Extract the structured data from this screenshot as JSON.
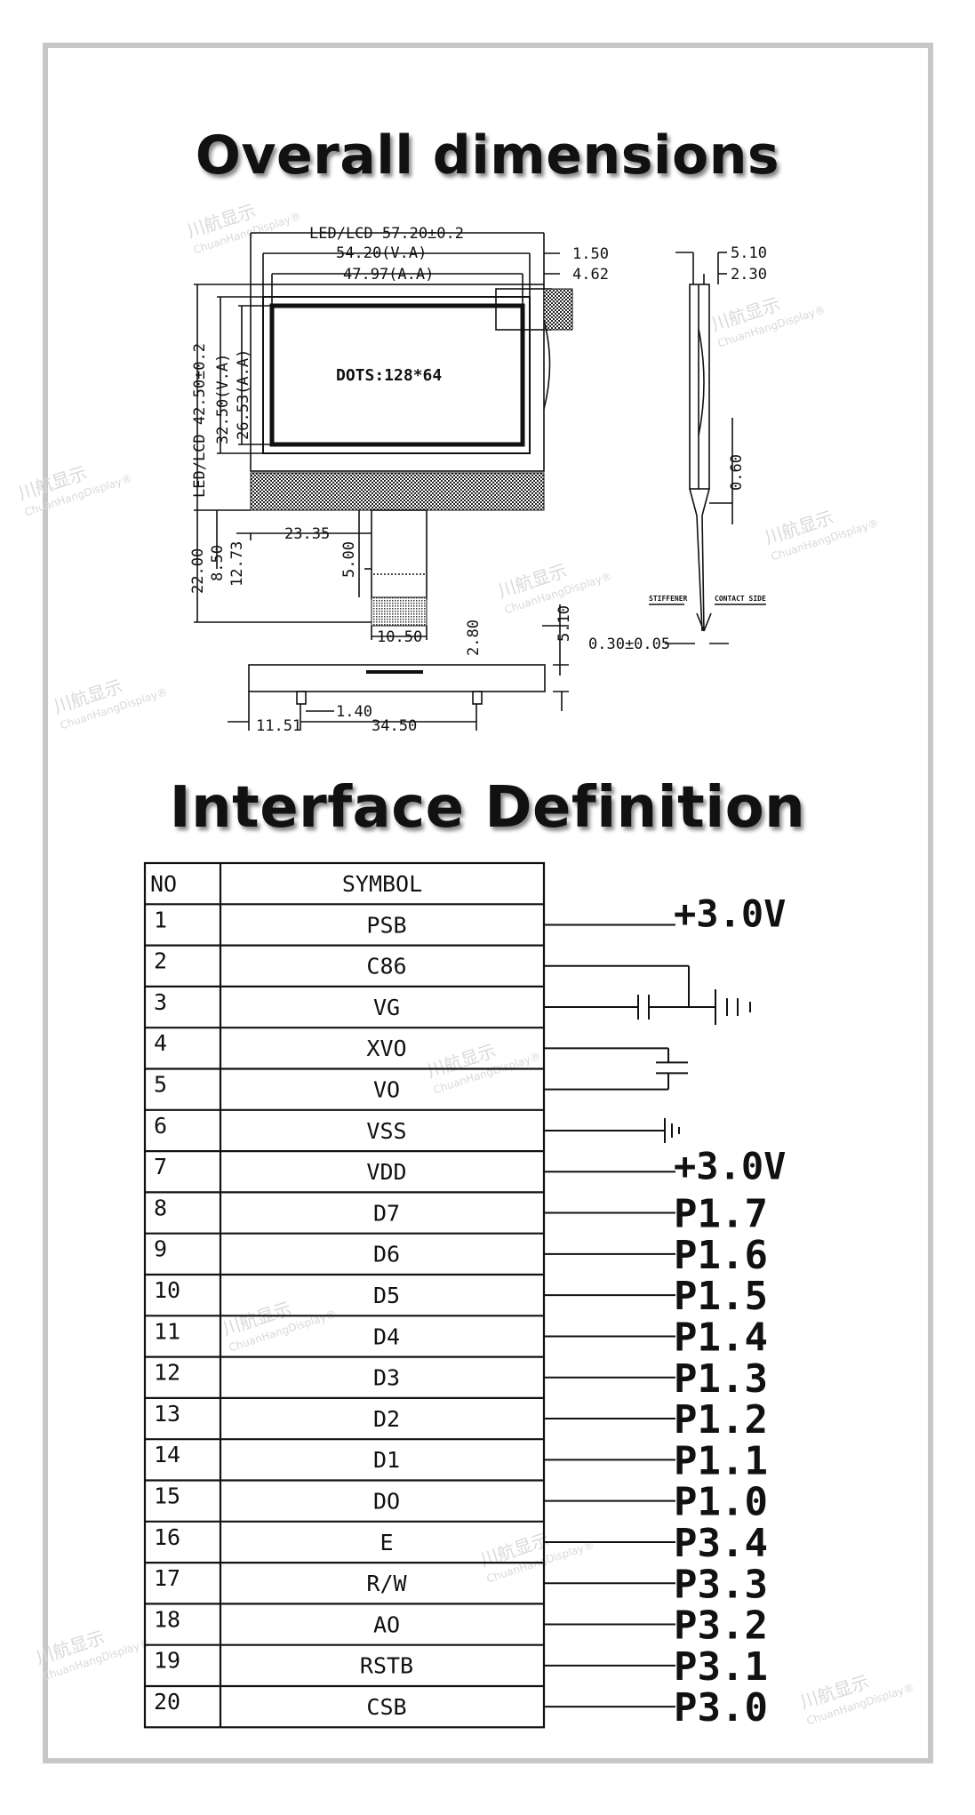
{
  "headings": {
    "dimensions": "Overall dimensions",
    "interface": "Interface Definition"
  },
  "drawing": {
    "outline": "LED/LCD 57.20±0.2",
    "va_width": "54.20(V.A)",
    "aa_width": "47.97(A.A)",
    "dim_150": "1.50",
    "dim_462": "4.62",
    "height_outline": "LED/LCD 42.50±0.2",
    "va_height": "32.50(V.A)",
    "aa_height": "26.53(A.A)",
    "dots": "DOTS:128*64",
    "dim_2335": "23.35",
    "dim_2200": "22.00",
    "dim_850": "8.50",
    "dim_1273": "12.73",
    "dim_500": "5.00",
    "dim_1050": "10.50",
    "dim_280": "2.80",
    "dim_510_right": "5.10",
    "dim_1151": "11.51",
    "dim_140": "1.40",
    "dim_3450": "34.50",
    "side_510": "5.10",
    "side_230": "2.30",
    "side_060": "0.60",
    "stiffener": "STIFFENER",
    "contact_side": "CONTACT SIDE",
    "side_030": "0.30±0.05"
  },
  "table": {
    "header_no": "NO",
    "header_symbol": "SYMBOL",
    "rows": [
      {
        "no": "1",
        "symbol": "PSB"
      },
      {
        "no": "2",
        "symbol": "C86"
      },
      {
        "no": "3",
        "symbol": "VG"
      },
      {
        "no": "4",
        "symbol": "XVO"
      },
      {
        "no": "5",
        "symbol": "VO"
      },
      {
        "no": "6",
        "symbol": "VSS"
      },
      {
        "no": "7",
        "symbol": "VDD"
      },
      {
        "no": "8",
        "symbol": "D7"
      },
      {
        "no": "9",
        "symbol": "D6"
      },
      {
        "no": "10",
        "symbol": "D5"
      },
      {
        "no": "11",
        "symbol": "D4"
      },
      {
        "no": "12",
        "symbol": "D3"
      },
      {
        "no": "13",
        "symbol": "D2"
      },
      {
        "no": "14",
        "symbol": "D1"
      },
      {
        "no": "15",
        "symbol": "DO"
      },
      {
        "no": "16",
        "symbol": "E"
      },
      {
        "no": "17",
        "symbol": "R/W"
      },
      {
        "no": "18",
        "symbol": "AO"
      },
      {
        "no": "19",
        "symbol": "RSTB"
      },
      {
        "no": "20",
        "symbol": "CSB"
      }
    ]
  },
  "connections": {
    "psb": "+3.0V",
    "vdd": "+3.0V",
    "d7": "P1.7",
    "d6": "P1.6",
    "d5": "P1.5",
    "d4": "P1.4",
    "d3": "P1.3",
    "d2": "P1.2",
    "d1": "P1.1",
    "d0": "P1.0",
    "e": "P3.4",
    "rw": "P3.3",
    "a0": "P3.2",
    "rstb": "P3.1",
    "csb": "P3.0"
  },
  "watermark": {
    "cn": "川航显示",
    "en": "ChuanHangDisplay®"
  },
  "colors": {
    "line": "#111111",
    "frame": "#c7c7c7",
    "watermark": "#d9d9d9",
    "heading_shadow": "#8a8a8a"
  }
}
